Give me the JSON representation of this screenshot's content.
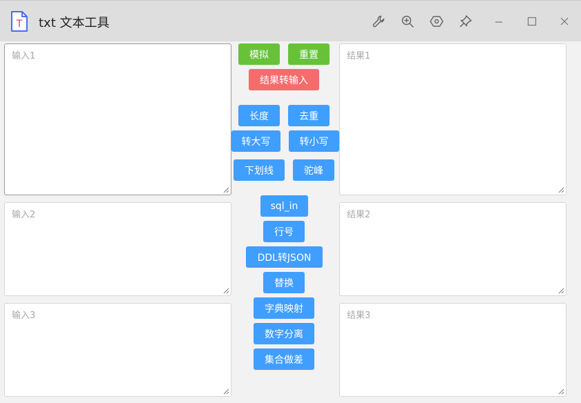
{
  "window": {
    "title": "txt 文本工具",
    "app_icon_letter": "T",
    "toolbar": [
      {
        "icon": "wrench-icon"
      },
      {
        "icon": "zoom-in-icon"
      },
      {
        "icon": "hexagon-settings-icon"
      },
      {
        "icon": "pin-icon"
      },
      {
        "icon": "minimize-icon"
      },
      {
        "icon": "maximize-icon"
      },
      {
        "icon": "close-icon"
      }
    ]
  },
  "inputs": {
    "input1_placeholder": "输入1",
    "input2_placeholder": "输入2",
    "input3_placeholder": "输入3"
  },
  "results": {
    "result1_placeholder": "结果1",
    "result2_placeholder": "结果2",
    "result3_placeholder": "结果3"
  },
  "buttons": {
    "simulate": "模拟",
    "reset": "重置",
    "result_to_input": "结果转输入",
    "length": "长度",
    "dedupe": "去重",
    "to_upper": "转大写",
    "to_lower": "转小写",
    "underscore": "下划线",
    "camel": "驼峰",
    "sql_in": "sql_in",
    "line_number": "行号",
    "ddl_to_json": "DDL转JSON",
    "replace": "替换",
    "dict_map": "字典映射",
    "number_split": "数字分离",
    "set_diff": "集合做差"
  },
  "colors": {
    "green": "#67c23a",
    "red": "#f56c6c",
    "blue": "#409eff"
  }
}
